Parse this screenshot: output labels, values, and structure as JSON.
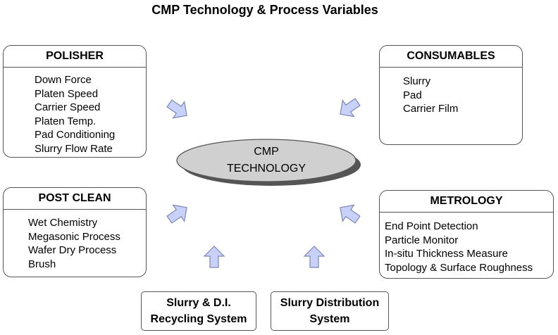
{
  "title": "CMP Technology & Process Variables",
  "center": {
    "line1": "CMP",
    "line2": "TECHNOLOGY"
  },
  "polisher": {
    "heading": "POLISHER",
    "items": [
      "Down Force",
      "Platen Speed",
      "Carrier Speed",
      "Platen Temp.",
      "Pad Conditioning",
      "Slurry Flow Rate"
    ]
  },
  "consumables": {
    "heading": "CONSUMABLES",
    "items": [
      "Slurry",
      "Pad",
      "Carrier Film"
    ]
  },
  "post_clean": {
    "heading": "POST CLEAN",
    "items": [
      "Wet Chemistry",
      "Megasonic Process",
      "Wafer Dry Process",
      "Brush"
    ]
  },
  "metrology": {
    "heading": "METROLOGY",
    "items": [
      "End Point Detection",
      "Particle Monitor",
      "In-situ Thickness Measure",
      "Topology & Surface Roughness"
    ]
  },
  "recycling": {
    "line1": "Slurry & D.I.",
    "line2": "Recycling System"
  },
  "distribution": {
    "line1": "Slurry Distribution",
    "line2": "System"
  },
  "colors": {
    "arrow_fill": "#c8d2f8",
    "arrow_stroke": "#7a86b8",
    "ellipse_fill": "#d0d0d0",
    "ellipse_shadow": "#555555"
  }
}
